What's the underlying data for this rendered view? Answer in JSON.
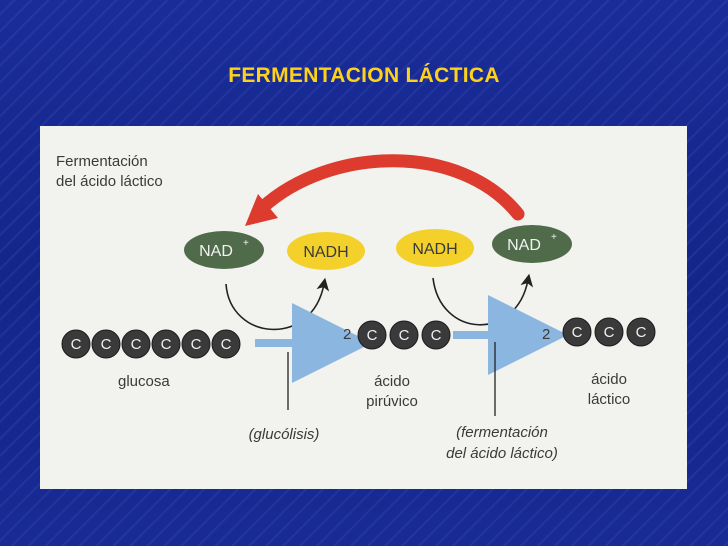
{
  "slide": {
    "title": "FERMENTACION LÁCTICA"
  },
  "diagram": {
    "heading_lines": [
      "Fermentación",
      "del ácido láctico"
    ],
    "cofactors": {
      "nad_plus": "NAD",
      "nad_plus_superscript": "+",
      "nadh": "NADH"
    },
    "carbon_label": "C",
    "glucose": {
      "carbons": 6,
      "label": "glucosa"
    },
    "pyruvate": {
      "multiplier": "2",
      "carbons": 3,
      "label_lines": [
        "ácido",
        "pirúvico"
      ]
    },
    "lactate": {
      "multiplier": "2",
      "carbons": 3,
      "label_lines": [
        "ácido",
        "láctico"
      ]
    },
    "process_labels": {
      "glycolysis": "(glucólisis)",
      "fermentation_lines": [
        "(fermentación",
        "del ácido láctico)"
      ]
    },
    "colors": {
      "nad_plus_fill": "#4f6b4a",
      "nadh_fill": "#f3d12a",
      "carbon_fill": "#3a3a3a",
      "recycle_arrow": "#dd3b2e",
      "reaction_arrow": "#8ab6e0",
      "title": "#ffd21a"
    }
  }
}
